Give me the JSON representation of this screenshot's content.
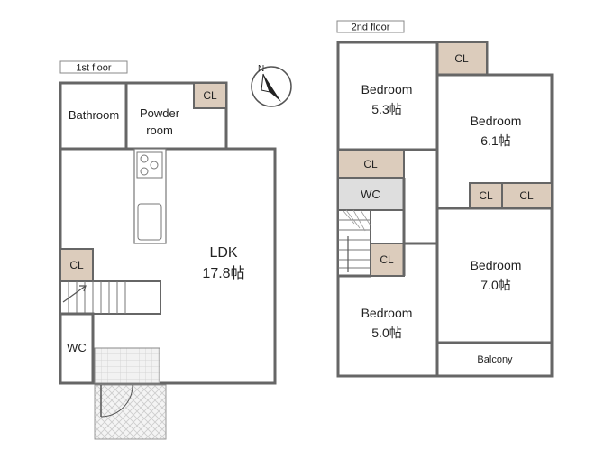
{
  "floor1": {
    "tag": "1st floor",
    "rooms": {
      "bathroom": "Bathroom",
      "powder_room_line1": "Powder",
      "powder_room_line2": "room",
      "powder_cl": "CL",
      "ldk_name": "LDK",
      "ldk_size": "17.8帖",
      "stair_cl": "CL",
      "wc": "WC"
    }
  },
  "floor2": {
    "tag": "2nd floor",
    "rooms": {
      "top_cl": "CL",
      "bedroom_a_name": "Bedroom",
      "bedroom_a_size": "5.3帖",
      "bedroom_b_name": "Bedroom",
      "bedroom_b_size": "6.1帖",
      "hall_cl": "CL",
      "wc": "WC",
      "cl_left": "CL",
      "cl_right": "CL",
      "stair_cl": "CL",
      "bedroom_c_name": "Bedroom",
      "bedroom_c_size": "7.0帖",
      "bedroom_d_name": "Bedroom",
      "bedroom_d_size": "5.0帖",
      "balcony": "Balcony"
    }
  },
  "compass": {
    "icon": "north-compass-icon",
    "label": "N"
  },
  "colors": {
    "wet_area": "#999999",
    "closet": "#dcccbc",
    "wc2": "#dedede",
    "wall": "#666666"
  }
}
